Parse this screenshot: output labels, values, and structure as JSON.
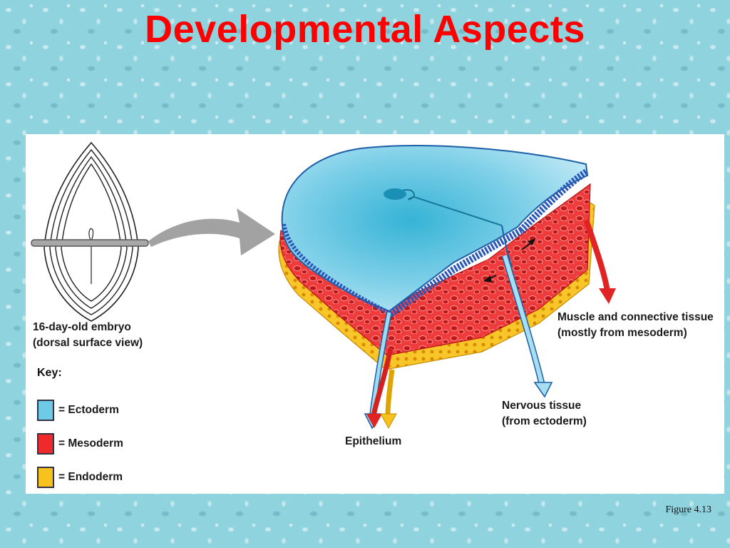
{
  "slide": {
    "title": "Developmental Aspects",
    "caption": "Figure 4.13"
  },
  "diagram": {
    "embryo_label_line1": "16-day-old embryo",
    "embryo_label_line2": "(dorsal surface view)",
    "key_title": "Key:",
    "key": [
      {
        "label": "= Ectoderm",
        "color": "#6ecbe6"
      },
      {
        "label": "= Mesoderm",
        "color": "#ee2a2a"
      },
      {
        "label": "= Endoderm",
        "color": "#f7c21e"
      }
    ],
    "labels": {
      "muscle_line1": "Muscle and connective tissue",
      "muscle_line2": "(mostly from mesoderm)",
      "nervous_line1": "Nervous tissue",
      "nervous_line2": "(from ectoderm)",
      "epithelium": "Epithelium"
    }
  }
}
